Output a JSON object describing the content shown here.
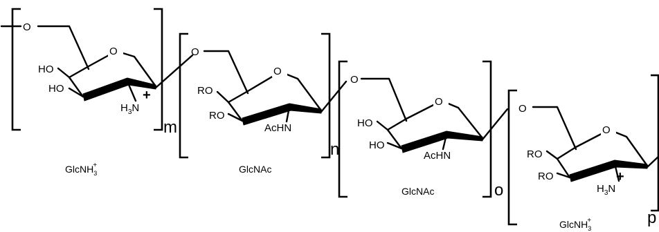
{
  "units": [
    {
      "caption": "GlcNH",
      "caption_sub": "3",
      "caption_sup": "+",
      "index": "m",
      "atoms": {
        "ho_upper": "HO",
        "ho_lower": "HO",
        "amine": "H",
        "amine_sub": "3",
        "amine_n": "N",
        "charge": "+",
        "ring_o": "O",
        "link_o": "O"
      }
    },
    {
      "caption": "GlcNAc",
      "index": "n",
      "atoms": {
        "ro_upper": "RO",
        "ro_lower": "RO",
        "amide": "AcHN",
        "ring_o": "O",
        "link_o": "O"
      }
    },
    {
      "caption": "GlcNAc",
      "index": "o",
      "atoms": {
        "ho_upper": "HO",
        "ho_lower": "HO",
        "amide": "AcHN",
        "ring_o": "O",
        "link_o": "O"
      }
    },
    {
      "caption": "GlcNH",
      "caption_sub": "3",
      "caption_sup": "+",
      "index": "p",
      "atoms": {
        "ro_upper": "RO",
        "ro_lower": "RO",
        "amine": "H",
        "amine_sub": "3",
        "amine_n": "N",
        "charge": "+",
        "ring_o": "O",
        "link_o": "O"
      }
    }
  ]
}
